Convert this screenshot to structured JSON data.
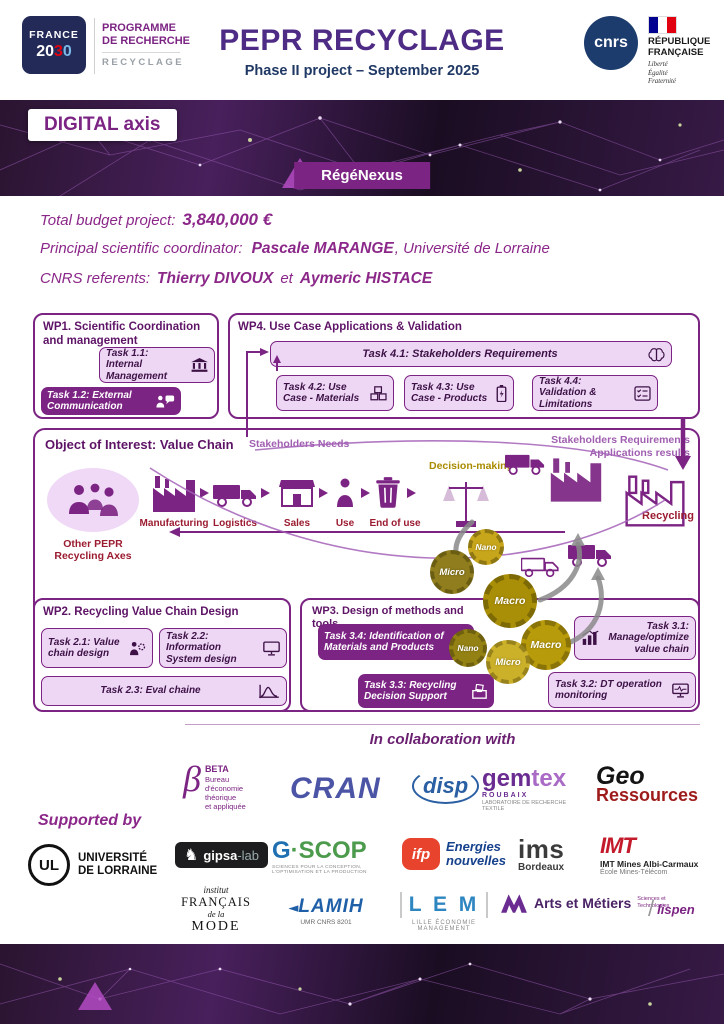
{
  "palette": {
    "purple": "#7C2483",
    "purple_title": "#4E2B84",
    "magenta_text": "#8B2789",
    "light_purple_chip": "#EDD7F5",
    "navy": "#1F3864",
    "maroon_labels": "#9B1B30",
    "gold_decision": "#A98B00",
    "gear_gold": "#C8A61B",
    "gear_olive": "#8F7D1E"
  },
  "header": {
    "france2030_line1": "FRANCE",
    "france2030_2": "20",
    "france2030_3": "3",
    "france2030_0": "0",
    "programme_line1": "PROGRAMME\nDE RECHERCHE",
    "programme_sub": "RECYCLAGE",
    "title": "PEPR RECYCLAGE",
    "subtitle": "Phase II project – September 2025",
    "cnrs_label": "cnrs",
    "republique": "RÉPUBLIQUE\nFRANÇAISE",
    "devise": "Liberté\nÉgalité\nFraternité"
  },
  "banner": {
    "axis": "DIGITAL axis",
    "project": "RégéNexus"
  },
  "info": {
    "budget_label": "Total budget project:",
    "budget_value": "3,840,000 €",
    "coord_label": "Principal scientific coordinator:",
    "coord_name": "Pascale MARANGE",
    "coord_rest": ", Université de Lorraine",
    "ref_label": "CNRS referents:",
    "ref_name1": "Thierry DIVOUX",
    "ref_conj": "et",
    "ref_name2": "Aymeric HISTACE"
  },
  "wp1": {
    "title": "WP1. Scientific Coordination and management",
    "task11": "Task 1.1: Internal Management",
    "task12": "Task 1.2: External Communication"
  },
  "wp4": {
    "title": "WP4. Use Case Applications & Validation",
    "task41": "Task 4.1: Stakeholders Requirements",
    "task42": "Task 4.2: Use Case - Materials",
    "task43": "Task 4.3: Use Case - Products",
    "task44": "Task 4.4: Validation & Limitations"
  },
  "value_chain": {
    "title": "Object of Interest: Value Chain",
    "needs": "Stakeholders Needs",
    "requirements_line1": "Stakeholders Requirements",
    "requirements_line2": "Applications results",
    "other_axes": "Other PEPR\nRecycling Axes",
    "stage1": "Manufacturing",
    "stage2": "Logistics",
    "stage3": "Sales",
    "stage4": "Use",
    "stage5": "End of use",
    "decision": "Decision-making",
    "recycling": "Recycling",
    "gears": [
      "Nano",
      "Micro",
      "Macro",
      "Nano",
      "Macro",
      "Micro"
    ]
  },
  "wp2": {
    "title": "WP2. Recycling Value Chain Design",
    "task21": "Task 2.1: Value chain design",
    "task22": "Task 2.2: Information System design",
    "task23": "Task 2.3: Eval chaine"
  },
  "wp3": {
    "title": "WP3. Design of methods and tools",
    "task34": "Task 3.4: Identification of Materials and Products",
    "task31": "Task 3.1: Manage/optimize value chain",
    "task33": "Task 3.3: Recycling Decision Support",
    "task32": "Task 3.2: DT operation monitoring"
  },
  "collaboration": {
    "title": "In collaboration with",
    "beta_mark": "β",
    "beta_name": "BETA",
    "beta_sub": "Bureau\nd'économie\nthéorique\net appliquée",
    "cran": "CRAN",
    "disp": "disp",
    "gemtex_a": "gem",
    "gemtex_b": "tex",
    "gemtex_city": "ROUBAIX",
    "gemtex_sub": "LABORATOIRE DE RECHERCHE TEXTILE",
    "geo_a": "Geo",
    "geo_b": "Ressources",
    "gipsa_knight": "♞",
    "gipsa_a": "gipsa",
    "gipsa_b": "-lab",
    "gscop_a": "G",
    "gscop_b": "·SCOP",
    "gscop_sub": "SCIENCES POUR LA CONCEPTION,\nL'OPTIMISATION ET LA PRODUCTION",
    "ifp_mark": "ifp",
    "ifp_line1": "Energies",
    "ifp_line2": "nouvelles",
    "ims_a": "ims",
    "ims_b": "Bordeaux",
    "imt_mark": "IMT",
    "imt_line1": "IMT Mines Albi-Carmaux",
    "imt_line2": "École Mines-Télécom",
    "ifm_l1": "institut",
    "ifm_l2": "FRANÇAIS",
    "ifm_l3": "de la",
    "ifm_l4": "MODE",
    "lamih_mark": "◄",
    "lamih": "LAMIH",
    "lamih_sub": "UMR CNRS 8201",
    "lem": "L E M",
    "lem_sub": "LILLE ÉCONOMIE MANAGEMENT",
    "am_name": "Arts et Métiers",
    "am_sub": "Sciences et\nTechnologies",
    "lispen_slash": "/",
    "lispen": "lispen"
  },
  "supported": {
    "label": "Supported by",
    "ul_mark": "UL",
    "ul_line1": "UNIVERSITÉ",
    "ul_line2": "DE LORRAINE"
  }
}
